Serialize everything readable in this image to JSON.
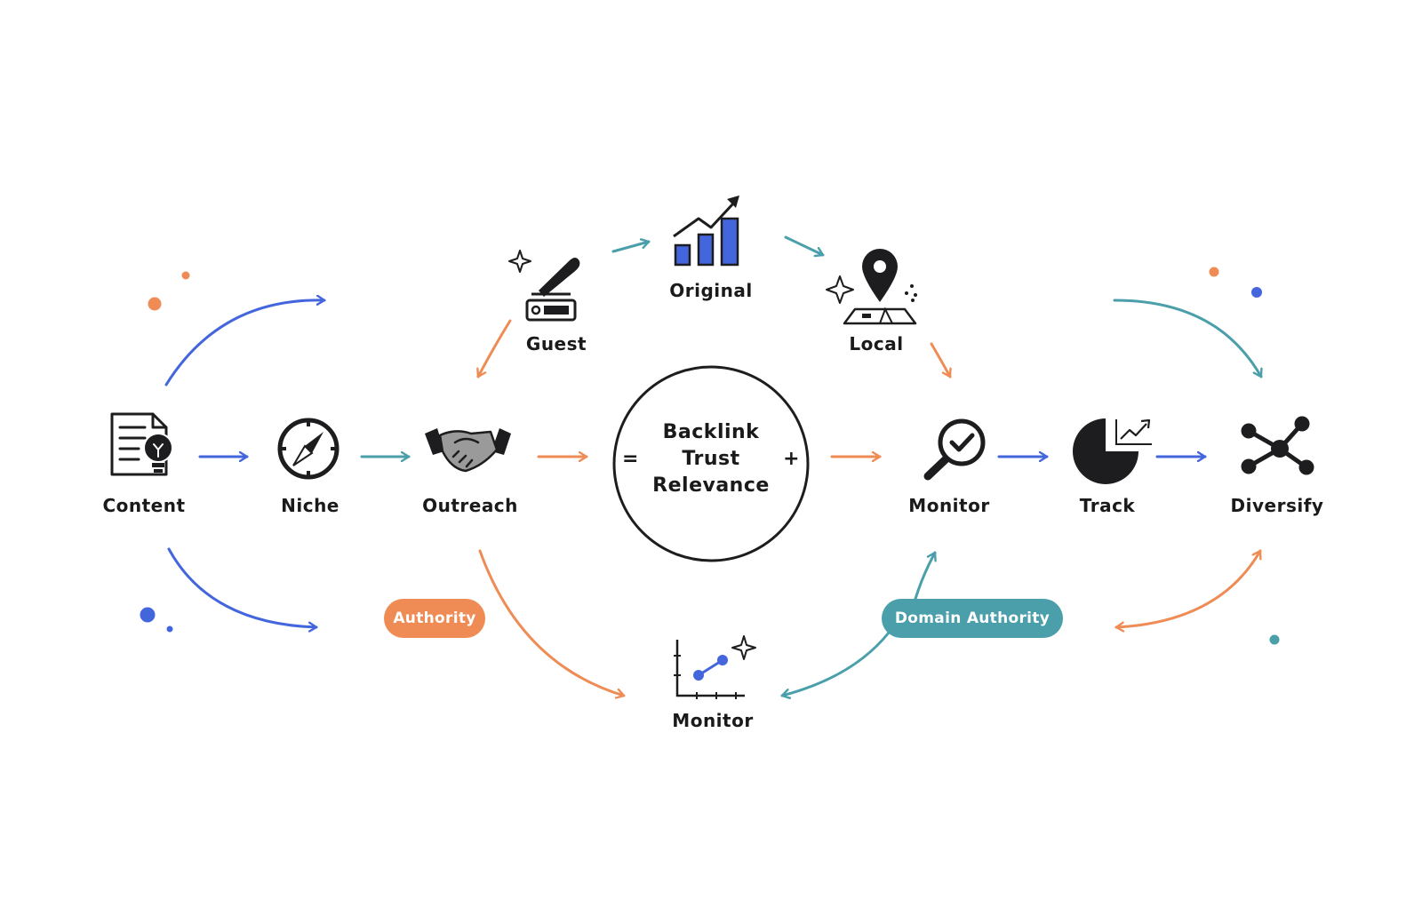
{
  "colors": {
    "blue": "#4466dd",
    "teal": "#4a9fab",
    "orange": "#ef8c55",
    "dark": "#1d1d1f"
  },
  "center": {
    "line1": "Backlink",
    "line2": "Trust",
    "line3": "Relevance",
    "equals": "=",
    "plus": "+"
  },
  "nodes": {
    "content": {
      "label": "Content",
      "icon": "document-lightbulb-icon"
    },
    "niche": {
      "label": "Niche",
      "icon": "compass-icon"
    },
    "outreach": {
      "label": "Outreach",
      "icon": "handshake-icon"
    },
    "guest": {
      "label": "Guest",
      "icon": "pen-writing-icon"
    },
    "original": {
      "label": "Original",
      "icon": "bar-chart-growth-icon"
    },
    "local": {
      "label": "Local",
      "icon": "map-pin-icon"
    },
    "monitor": {
      "label": "Monitor",
      "icon": "magnifier-check-icon"
    },
    "track": {
      "label": "Track",
      "icon": "pie-chart-icon"
    },
    "diversify": {
      "label": "Diversify",
      "icon": "network-icon"
    },
    "monitor_bottom": {
      "label": "Monitor",
      "icon": "line-graph-icon"
    }
  },
  "pills": {
    "authority": "Authority",
    "domain_authority": "Domain Authority"
  }
}
